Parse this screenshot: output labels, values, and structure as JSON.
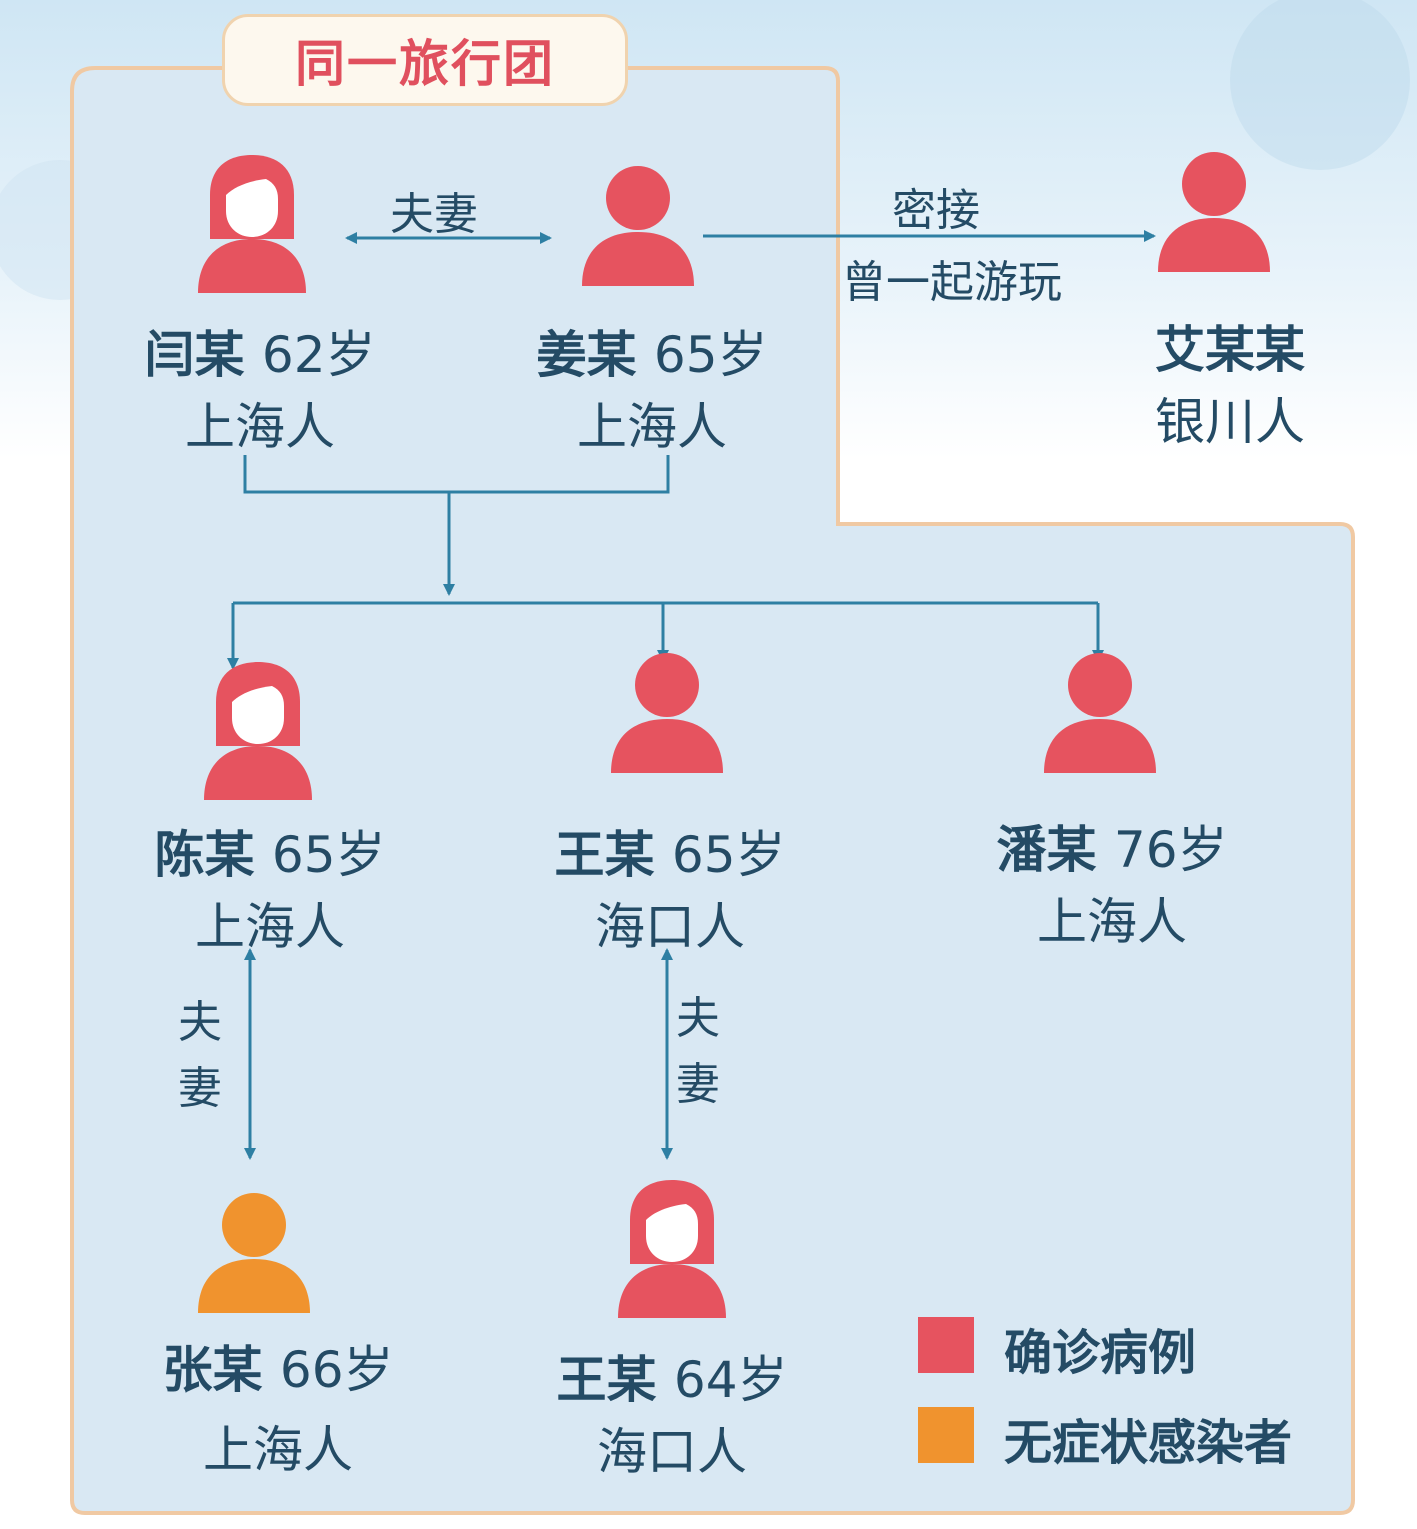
{
  "colors": {
    "confirmed": "#e6535f",
    "asymptomatic": "#f0932e",
    "arrow": "#2e7fa3",
    "group_fill": "#d9e8f3",
    "group_border": "#f0c9a3",
    "text": "#244b65"
  },
  "group_title": "同一旅行团",
  "people": {
    "yan": {
      "name": "闫某",
      "age": "62岁",
      "place": "上海人",
      "icon": "female-person-icon",
      "status": "confirmed"
    },
    "jiang": {
      "name": "姜某",
      "age": "65岁",
      "place": "上海人",
      "icon": "male-person-icon",
      "status": "confirmed"
    },
    "ai": {
      "name": "艾某某",
      "place": "银川人",
      "icon": "male-person-icon",
      "status": "confirmed"
    },
    "chen": {
      "name": "陈某",
      "age": "65岁",
      "place": "上海人",
      "icon": "female-person-icon",
      "status": "confirmed"
    },
    "wang65": {
      "name": "王某",
      "age": "65岁",
      "place": "海口人",
      "icon": "male-person-icon",
      "status": "confirmed"
    },
    "pan": {
      "name": "潘某",
      "age": "76岁",
      "place": "上海人",
      "icon": "male-person-icon",
      "status": "confirmed"
    },
    "zhang": {
      "name": "张某",
      "age": "66岁",
      "place": "上海人",
      "icon": "male-person-icon",
      "status": "asymptomatic"
    },
    "wang64": {
      "name": "王某",
      "age": "64岁",
      "place": "海口人",
      "icon": "female-person-icon",
      "status": "confirmed"
    }
  },
  "relations": {
    "couple_top": "夫妻",
    "contact": "密接",
    "contact_note": "曾一起游玩",
    "couple_left_1": "夫",
    "couple_left_2": "妻",
    "couple_mid_1": "夫",
    "couple_mid_2": "妻"
  },
  "legend": {
    "confirmed": "确诊病例",
    "asymptomatic": "无症状感染者"
  }
}
